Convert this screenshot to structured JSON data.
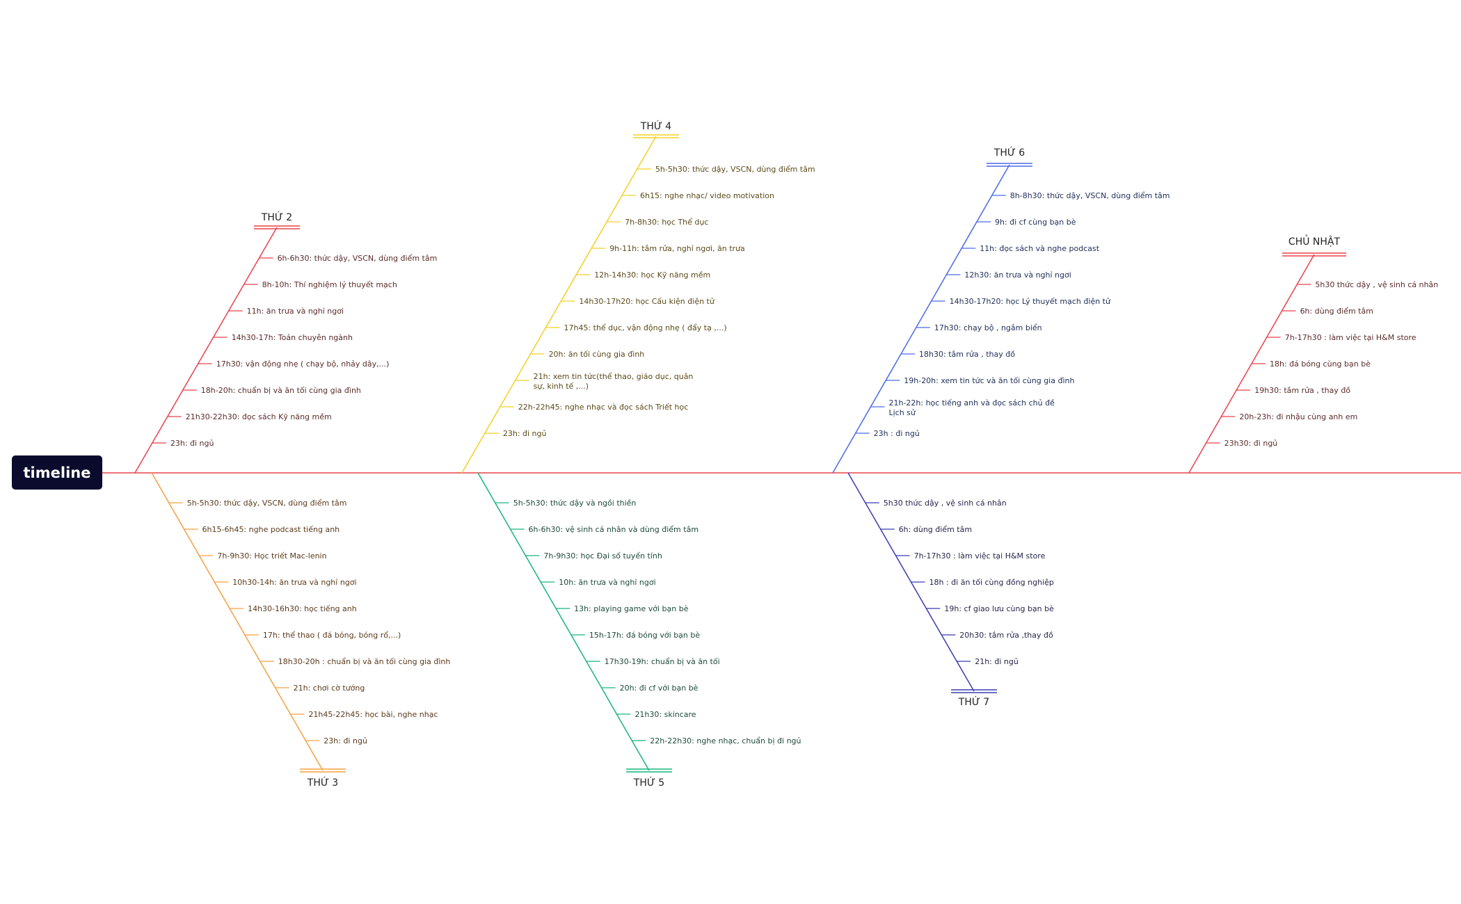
{
  "central_topic": "timeline",
  "colors": {
    "spine": "#e8424a",
    "central_bg": "#0b0b2e",
    "central_text": "#ffffff"
  },
  "branches": [
    {
      "id": "thu2",
      "title": "THỨ 2",
      "side": "top",
      "color": "#e8424a",
      "text_color": "#5a2a2a",
      "items": [
        "6h-6h30: thức dậy, VSCN, dùng điểm tâm",
        "8h-10h: Thí nghiệm lý thuyết mạch",
        "11h: ăn trưa và nghỉ ngơi",
        "14h30-17h: Toán chuyên ngành",
        "17h30: vận động nhẹ ( chạy bộ, nhảy dây,...)",
        "18h-20h: chuẩn bị và ăn tối cùng gia đình",
        "21h30-22h30: đọc sách Kỹ năng mềm",
        "23h: đi ngủ"
      ]
    },
    {
      "id": "thu3",
      "title": "THỨ 3",
      "side": "bottom",
      "color": "#f5a041",
      "text_color": "#5a3a1a",
      "items": [
        "5h-5h30: thức dậy, VSCN, dùng điểm tâm",
        "6h15-6h45: nghe podcast tiếng anh",
        "7h-9h30: Học triết Mac-lenin",
        "10h30-14h: ăn trưa và nghỉ ngơi",
        "14h30-16h30: học tiếng anh",
        "17h: thể thao ( đá bóng, bóng rổ,...)",
        "18h30-20h : chuẩn bị và ăn tối cùng gia đình",
        "21h: chơi cờ tướng",
        "21h45-22h45: học bài, nghe nhạc",
        "23h: đi ngủ"
      ]
    },
    {
      "id": "thu4",
      "title": "THỨ 4",
      "side": "top",
      "color": "#f2d026",
      "text_color": "#5a4a1a",
      "items": [
        "5h-5h30: thức dậy, VSCN, dùng điểm tâm",
        "6h15: nghe nhạc/ video motivation",
        "7h-8h30: học Thể dục",
        "9h-11h: tắm rửa, nghỉ ngơi, ăn trưa",
        "12h-14h30: học Kỹ năng mềm",
        "14h30-17h20: học Cấu kiện điện tử",
        "17h45: thể dục, vận động nhẹ ( đẩy tạ ,...)",
        "20h: ăn tối cùng gia đình",
        "21h: xem tin tức(thể thao, giáo dục, quân sự, kinh tế ,...)",
        "22h-22h45: nghe nhạc và đọc sách Triết học",
        "23h: đi ngủ"
      ]
    },
    {
      "id": "thu5",
      "title": "THỨ 5",
      "side": "bottom",
      "color": "#17b57a",
      "text_color": "#1d4a3a",
      "items": [
        "5h-5h30: thức dậy và ngồi thiền",
        "6h-6h30: vệ sinh cá nhân và dùng điểm tâm",
        "7h-9h30: học Đại số tuyến tính",
        "10h: ăn trưa và nghỉ ngơi",
        "13h: playing game với bạn bè",
        "15h-17h: đá bóng với bạn bè",
        "17h30-19h: chuẩn bị và ăn tối",
        "20h: đi cf với bạn bè",
        "21h30: skincare",
        "22h-22h30: nghe nhạc, chuẩn bị đi ngủ"
      ]
    },
    {
      "id": "thu6",
      "title": "THỨ 6",
      "side": "top",
      "color": "#4a6ae8",
      "text_color": "#22305a",
      "items": [
        "8h-8h30: thức dậy, VSCN, dùng điểm tâm",
        "9h: đi cf cùng bạn bè",
        "11h: đọc sách và nghe podcast",
        "12h30: ăn trưa và nghỉ ngơi",
        "14h30-17h20: học Lý thuyết mạch điện tử",
        "17h30: chạy bộ , ngắm biển",
        "18h30: tắm rửa , thay đồ",
        "19h-20h: xem tin tức và ăn tối cùng gia đình",
        "21h-22h: học tiếng anh và đọc sách chủ đề Lịch sử",
        "23h : đi ngủ"
      ]
    },
    {
      "id": "thu7",
      "title": "THỨ 7",
      "side": "bottom",
      "color": "#3a3ab0",
      "text_color": "#25254a",
      "items": [
        "5h30 thức dậy , vệ sinh cá nhân",
        "6h: dùng điểm tâm",
        "7h-17h30 : làm việc tại H&M store",
        "18h : đi ăn tối cùng đồng nghiệp",
        "19h: cf giao lưu cùng bạn bè",
        "20h30: tắm rửa ,thay đồ",
        "21h: đi ngủ"
      ]
    },
    {
      "id": "cn",
      "title": "CHỦ NHẬT",
      "side": "top",
      "color": "#e8424a",
      "text_color": "#5a2a2a",
      "items": [
        "5h30 thức dậy , vệ sinh cá nhân",
        "6h: dùng điểm tâm",
        "7h-17h30 : làm việc tại H&M store",
        "18h: đá bóng cùng bạn bè",
        "19h30: tắm rửa , thay đồ",
        "20h-23h: đi nhậu cùng anh em",
        "23h30: đi ngủ"
      ]
    }
  ]
}
